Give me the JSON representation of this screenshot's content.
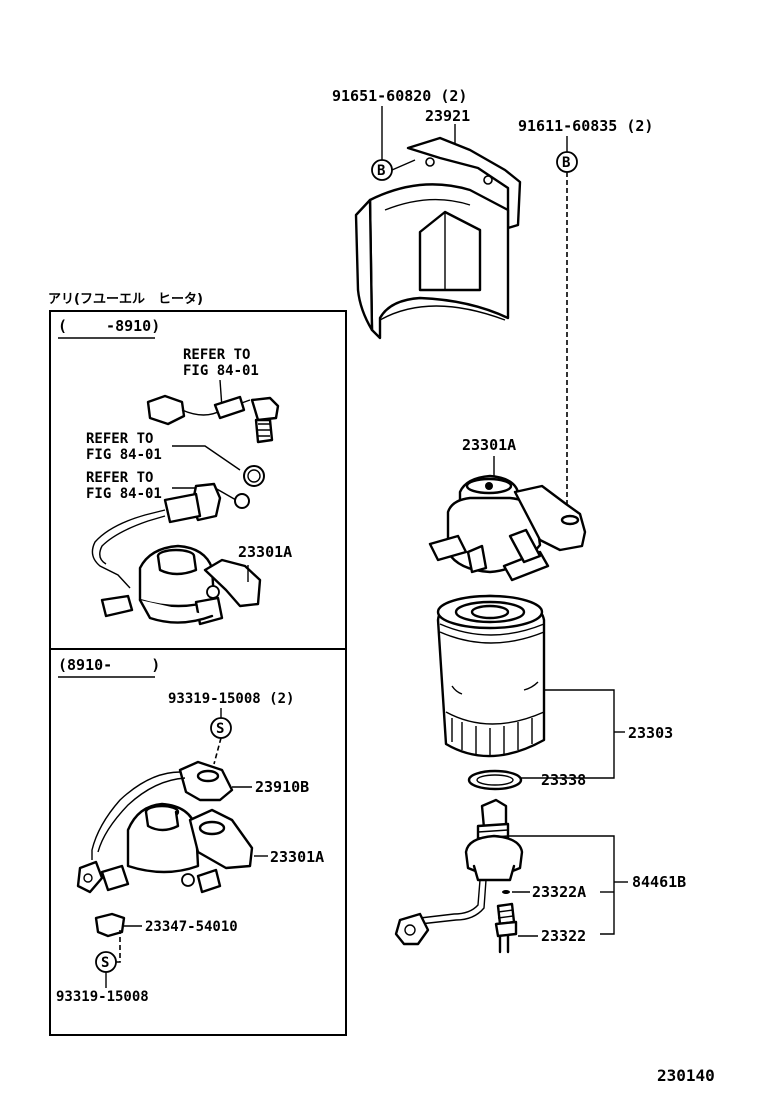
{
  "heater_heading": "アリ(フユーエル　ヒータ)",
  "box_upper": {
    "range": "(　　 -8910)",
    "refer_1": [
      "REFER TO",
      "FIG 84-01"
    ],
    "refer_2": [
      "REFER TO",
      "FIG 84-01"
    ],
    "refer_3": [
      "REFER TO",
      "FIG 84-01"
    ],
    "part": "23301A"
  },
  "box_lower": {
    "range": "(8910-　　 )",
    "screw_1": "93319-15008 (2)",
    "sensor": "23910B",
    "body": "23301A",
    "clip": "23347-54010",
    "screw_2": "93319-15008",
    "s_mark_1": "S",
    "s_mark_2": "S"
  },
  "main": {
    "bolt_1": "91651-60820 (2)",
    "bracket": "23921",
    "bolt_2": "91611-60835 (2)",
    "b_mark_1": "B",
    "b_mark_2": "B",
    "filter_head": "23301A",
    "filter_assy": "23303",
    "o_ring": "23338",
    "sensor_assy": "84461B",
    "gasket": "23322A",
    "sensor": "23322"
  },
  "figure_number": "230140"
}
